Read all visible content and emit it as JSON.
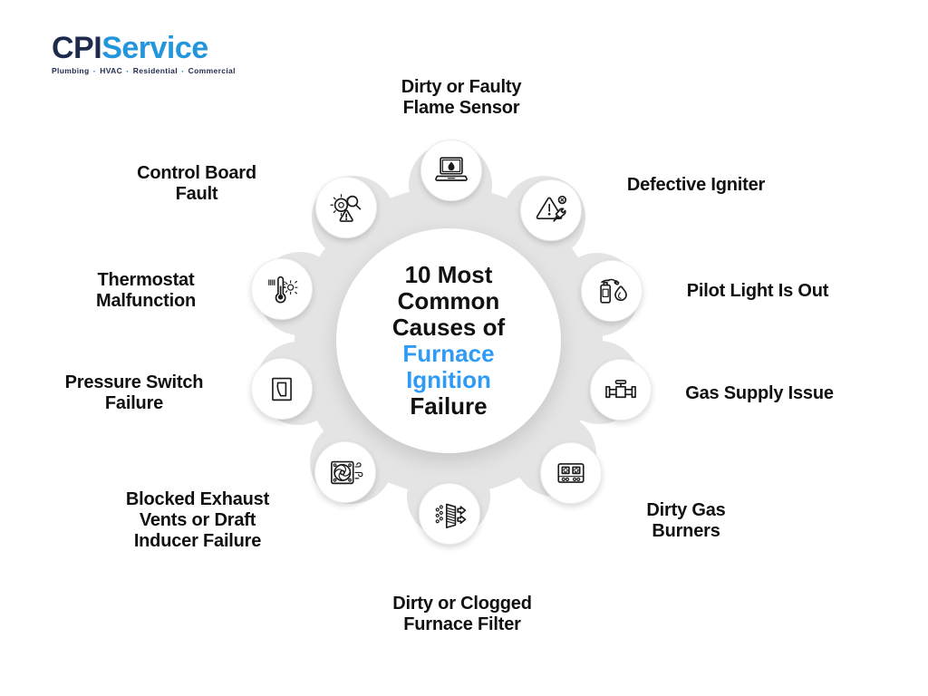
{
  "logo": {
    "brand_primary": "CPI",
    "brand_secondary": "Service",
    "dot": "·",
    "tagline": [
      "Plumbing",
      "HVAC",
      "Residential",
      "Commercial"
    ]
  },
  "center": {
    "line_top": "10 Most\nCommon\nCauses of",
    "line_accent": "Furnace\nIgnition",
    "line_bottom": "Failure"
  },
  "causes": [
    {
      "label": "Dirty or Faulty\nFlame Sensor",
      "icon": "laptop-flame-sensor-icon"
    },
    {
      "label": "Defective Igniter",
      "icon": "warning-wrench-icon"
    },
    {
      "label": "Pilot Light Is Out",
      "icon": "extinguisher-flame-icon"
    },
    {
      "label": "Gas Supply Issue",
      "icon": "gas-valve-icon"
    },
    {
      "label": "Dirty Gas\nBurners",
      "icon": "stove-burners-icon"
    },
    {
      "label": "Dirty or Clogged\nFurnace Filter",
      "icon": "air-filter-icon"
    },
    {
      "label": "Blocked Exhaust\nVents or Draft\nInducer Failure",
      "icon": "inducer-fan-icon"
    },
    {
      "label": "Pressure Switch\nFailure",
      "icon": "rocker-switch-icon"
    },
    {
      "label": "Thermostat\nMalfunction",
      "icon": "thermometer-sun-icon"
    },
    {
      "label": "Control Board\nFault",
      "icon": "gear-magnifier-warning-icon"
    }
  ],
  "colors": {
    "accent_blue": "#2f9bf5",
    "logo_navy": "#1e2b4d",
    "logo_blue": "#2496dc",
    "ring_gray": "#e4e4e4",
    "text_black": "#111111"
  }
}
